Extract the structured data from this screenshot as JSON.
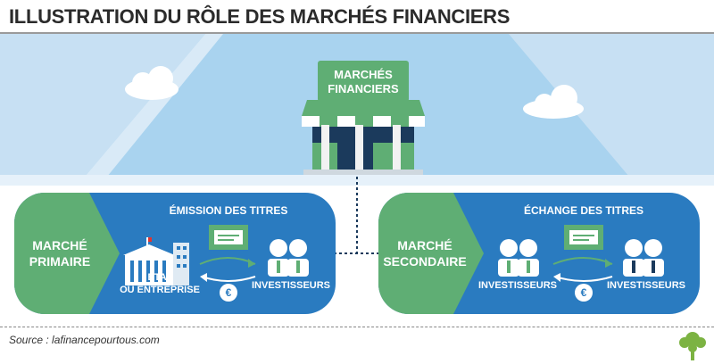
{
  "title": "ILLUSTRATION DU RÔLE DES MARCHÉS FINANCIERS",
  "market_sign": {
    "line1": "MARCHÉS",
    "line2": "FINANCIERS"
  },
  "primary": {
    "label_line1": "MARCHÉ",
    "label_line2": "PRIMAIRE",
    "heading": "ÉMISSION DES TITRES",
    "issuer_line1": "ÉTAT",
    "issuer_line2": "OU ENTREPRISE",
    "investors": "INVESTISSEURS",
    "currency": "€"
  },
  "secondary": {
    "label_line1": "MARCHÉ",
    "label_line2": "SECONDAIRE",
    "heading": "ÉCHANGE DES TITRES",
    "investors_left": "INVESTISSEURS",
    "investors_right": "INVESTISSEURS",
    "currency": "€"
  },
  "source": "Source : lafinancepourtous.com",
  "colors": {
    "sky": "#a9d3ef",
    "mountain": "#cfe3f3",
    "panel_blue": "#2a7bc0",
    "panel_green": "#5fae74",
    "awning_green": "#5fae74",
    "building_dark": "#1b3a5c"
  }
}
